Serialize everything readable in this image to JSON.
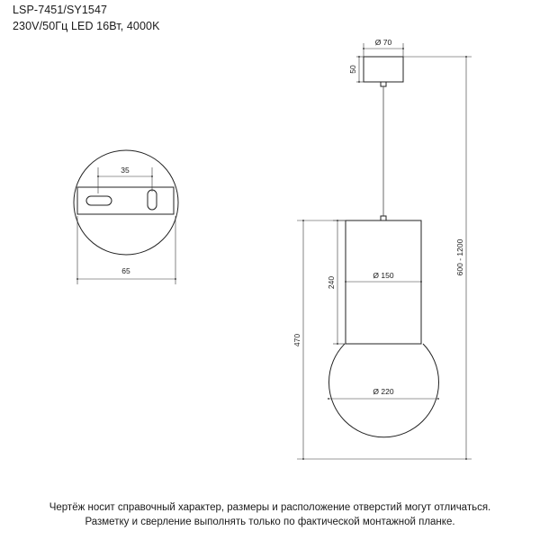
{
  "header": {
    "model": "LSP-7451/SY1547",
    "specs": "230V/50Гц  LED 16Вт, 4000K"
  },
  "dimensions": {
    "canopy_diameter": "Ø 70",
    "canopy_height": "50",
    "cylinder_diameter": "Ø 150",
    "cylinder_height": "240",
    "sphere_diameter": "Ø 220",
    "lamp_height": "470",
    "suspension_length": "600 - 1200",
    "plate_hole_spacing": "35",
    "canopy_base_diameter": "65"
  },
  "notes": {
    "line1": "Чертёж носит справочный характер, размеры и расположение отверстий могут отличаться.",
    "line2": "Разметку и сверление выполнять только по фактической монтажной планке."
  }
}
